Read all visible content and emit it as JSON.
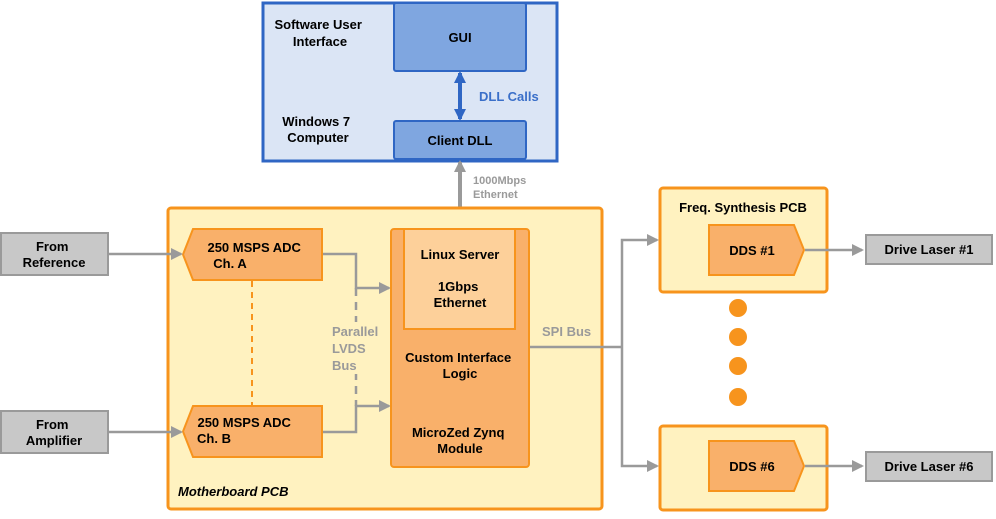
{
  "colors": {
    "blue_border": "#2f66c4",
    "blue_fill_light": "#dbe5f5",
    "blue_fill": "#7fa6e0",
    "blue_text": "#3a6fc9",
    "orange_border": "#f7941d",
    "orange_fill_light": "#fff2c0",
    "orange_fill": "#f9b06a",
    "orange_fill_light2": "#fdd09a",
    "gray_fill": "#c8c8c8",
    "gray_border": "#9a9a9a",
    "gray_text": "#9a9a9a"
  },
  "computer": {
    "title": [
      "Software User",
      "Interface"
    ],
    "os": [
      "Windows 7",
      "Computer"
    ],
    "gui": "GUI",
    "dll_calls": "DLL Calls",
    "client_dll": "Client DLL"
  },
  "ethernet_link": [
    "1000Mbps",
    "Ethernet"
  ],
  "inputs": {
    "reference": [
      "From",
      "Reference"
    ],
    "amplifier": [
      "From",
      "Amplifier"
    ]
  },
  "motherboard": {
    "label": "Motherboard PCB",
    "adc_a": [
      "250 MSPS ADC",
      "Ch. A"
    ],
    "adc_b": [
      "250 MSPS ADC",
      "Ch. B"
    ],
    "lvds_bus": [
      "Parallel",
      "LVDS",
      "Bus"
    ],
    "linux_server": "Linux Server",
    "ethernet": [
      "1Gbps",
      "Ethernet"
    ],
    "custom_logic": [
      "Custom Interface",
      "Logic"
    ],
    "microzed": [
      "MicroZed Zynq",
      "Module"
    ]
  },
  "spi_bus": "SPI Bus",
  "synth": {
    "label": "Freq. Synthesis PCB",
    "dds1": "DDS #1",
    "dds6": "DDS #6"
  },
  "outputs": {
    "laser1": "Drive Laser #1",
    "laser6": "Drive Laser #6"
  }
}
